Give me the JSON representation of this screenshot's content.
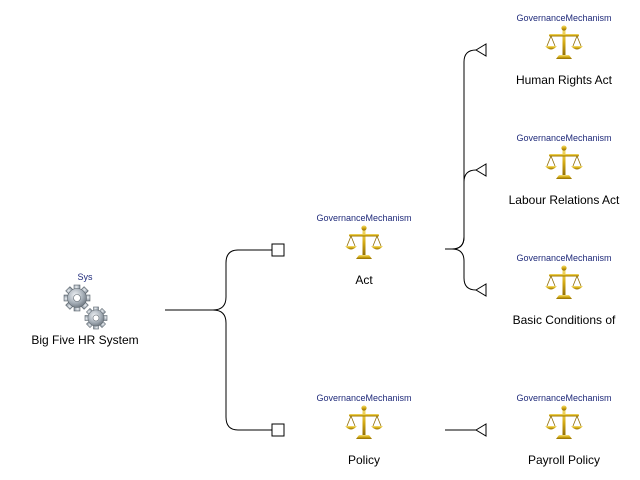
{
  "root": {
    "stereotype": "Sys",
    "label": "Big Five HR System",
    "icon": "gears-icon"
  },
  "nodes": {
    "act": {
      "stereotype": "GovernanceMechanism",
      "label": "Act",
      "icon": "scales-icon"
    },
    "policy": {
      "stereotype": "GovernanceMechanism",
      "label": "Policy",
      "icon": "scales-icon"
    },
    "human_rights_act": {
      "stereotype": "GovernanceMechanism",
      "label": "Human Rights Act",
      "icon": "scales-icon"
    },
    "labour_relations_act": {
      "stereotype": "GovernanceMechanism",
      "label": "Labour Relations Act",
      "icon": "scales-icon"
    },
    "basic_conditions": {
      "stereotype": "GovernanceMechanism",
      "label": "Basic Conditions of",
      "icon": "scales-icon"
    },
    "payroll_policy": {
      "stereotype": "GovernanceMechanism",
      "label": "Payroll Policy",
      "icon": "scales-icon"
    }
  },
  "colors": {
    "stereotype_text": "#1f2a7a",
    "connector": "#000000",
    "scales_gold": "#c9a10c",
    "gears_gray": "#8a939c"
  }
}
